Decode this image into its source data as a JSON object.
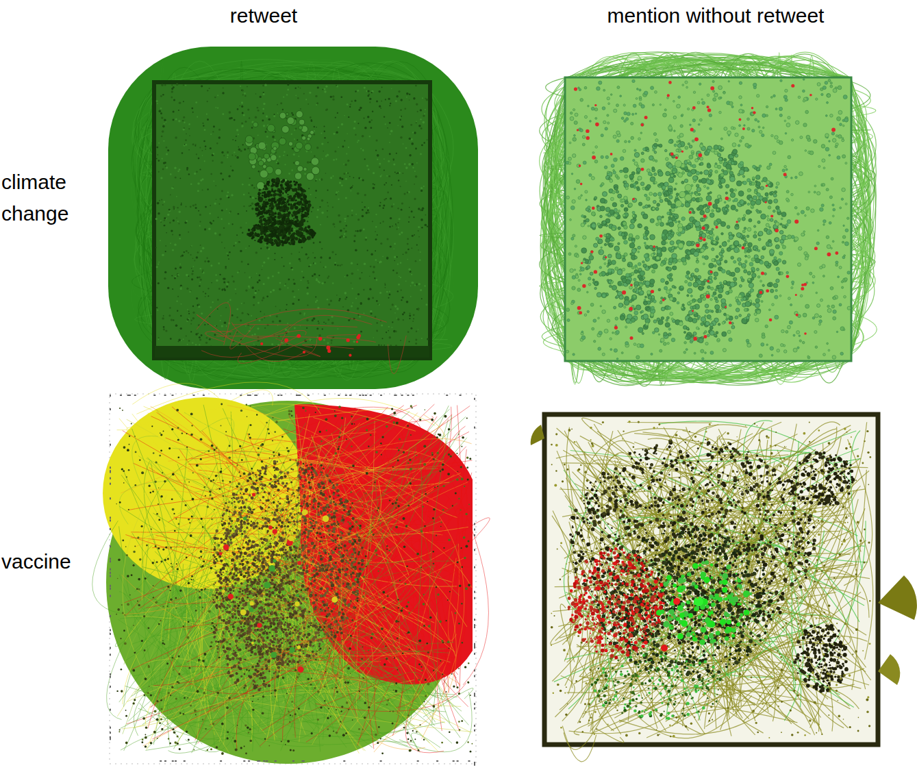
{
  "diagram": {
    "labels": [
      "retweet",
      "mention without retweet",
      "climate change",
      "vaccine"
    ]
  }
}
